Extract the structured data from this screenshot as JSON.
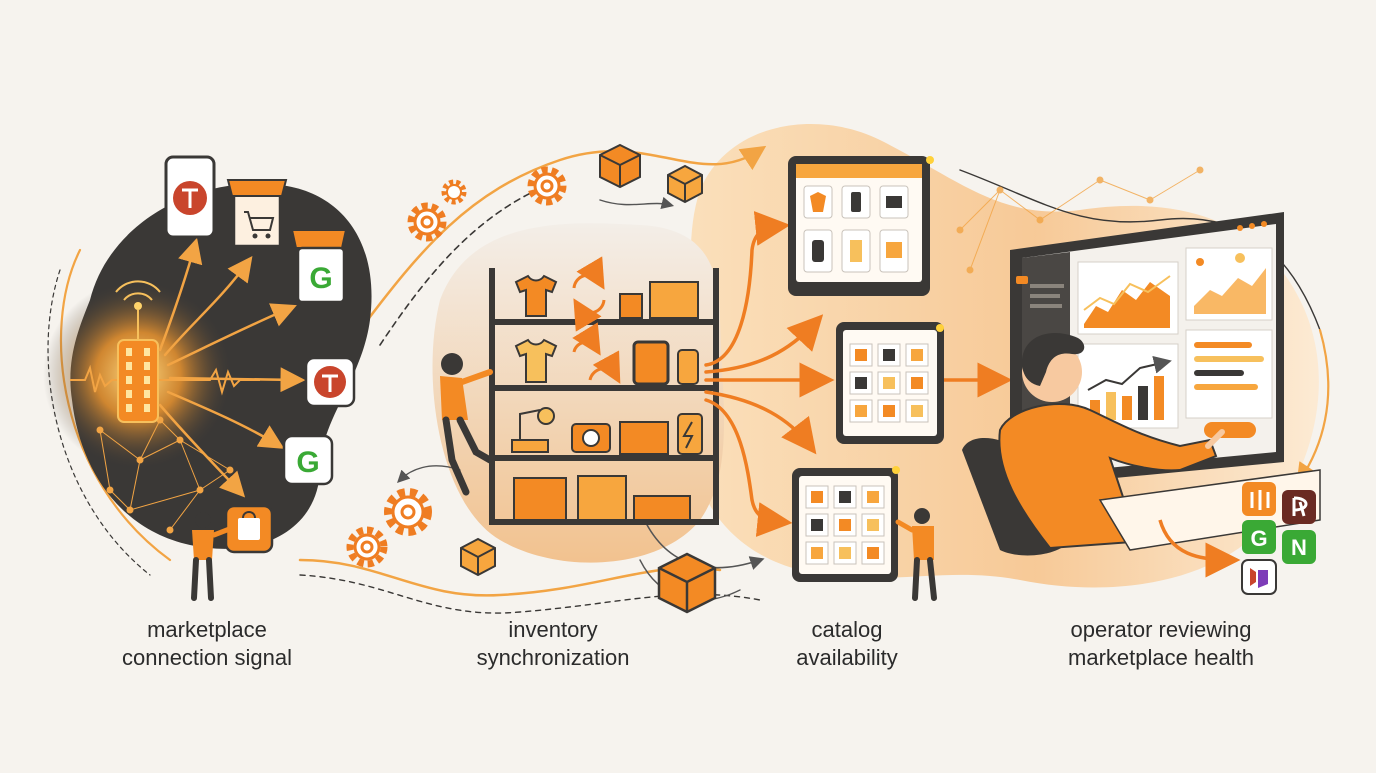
{
  "stages": [
    {
      "id": "signal",
      "line1": "marketplace",
      "line2": "connection signal"
    },
    {
      "id": "inventory",
      "line1": "inventory",
      "line2": "synchronization"
    },
    {
      "id": "catalog",
      "line1": "catalog",
      "line2": "availability"
    },
    {
      "id": "operator",
      "line1": "operator reviewing",
      "line2": "marketplace health"
    }
  ],
  "marketplace_badges": [
    "G",
    "G",
    "G",
    "N"
  ],
  "colors": {
    "accent": "#ef7d22",
    "accent_light": "#f6a95a",
    "dark": "#3a3836",
    "background": "#f6f3ee",
    "green_badge": "#3aa935",
    "red_badge": "#c9452c"
  }
}
